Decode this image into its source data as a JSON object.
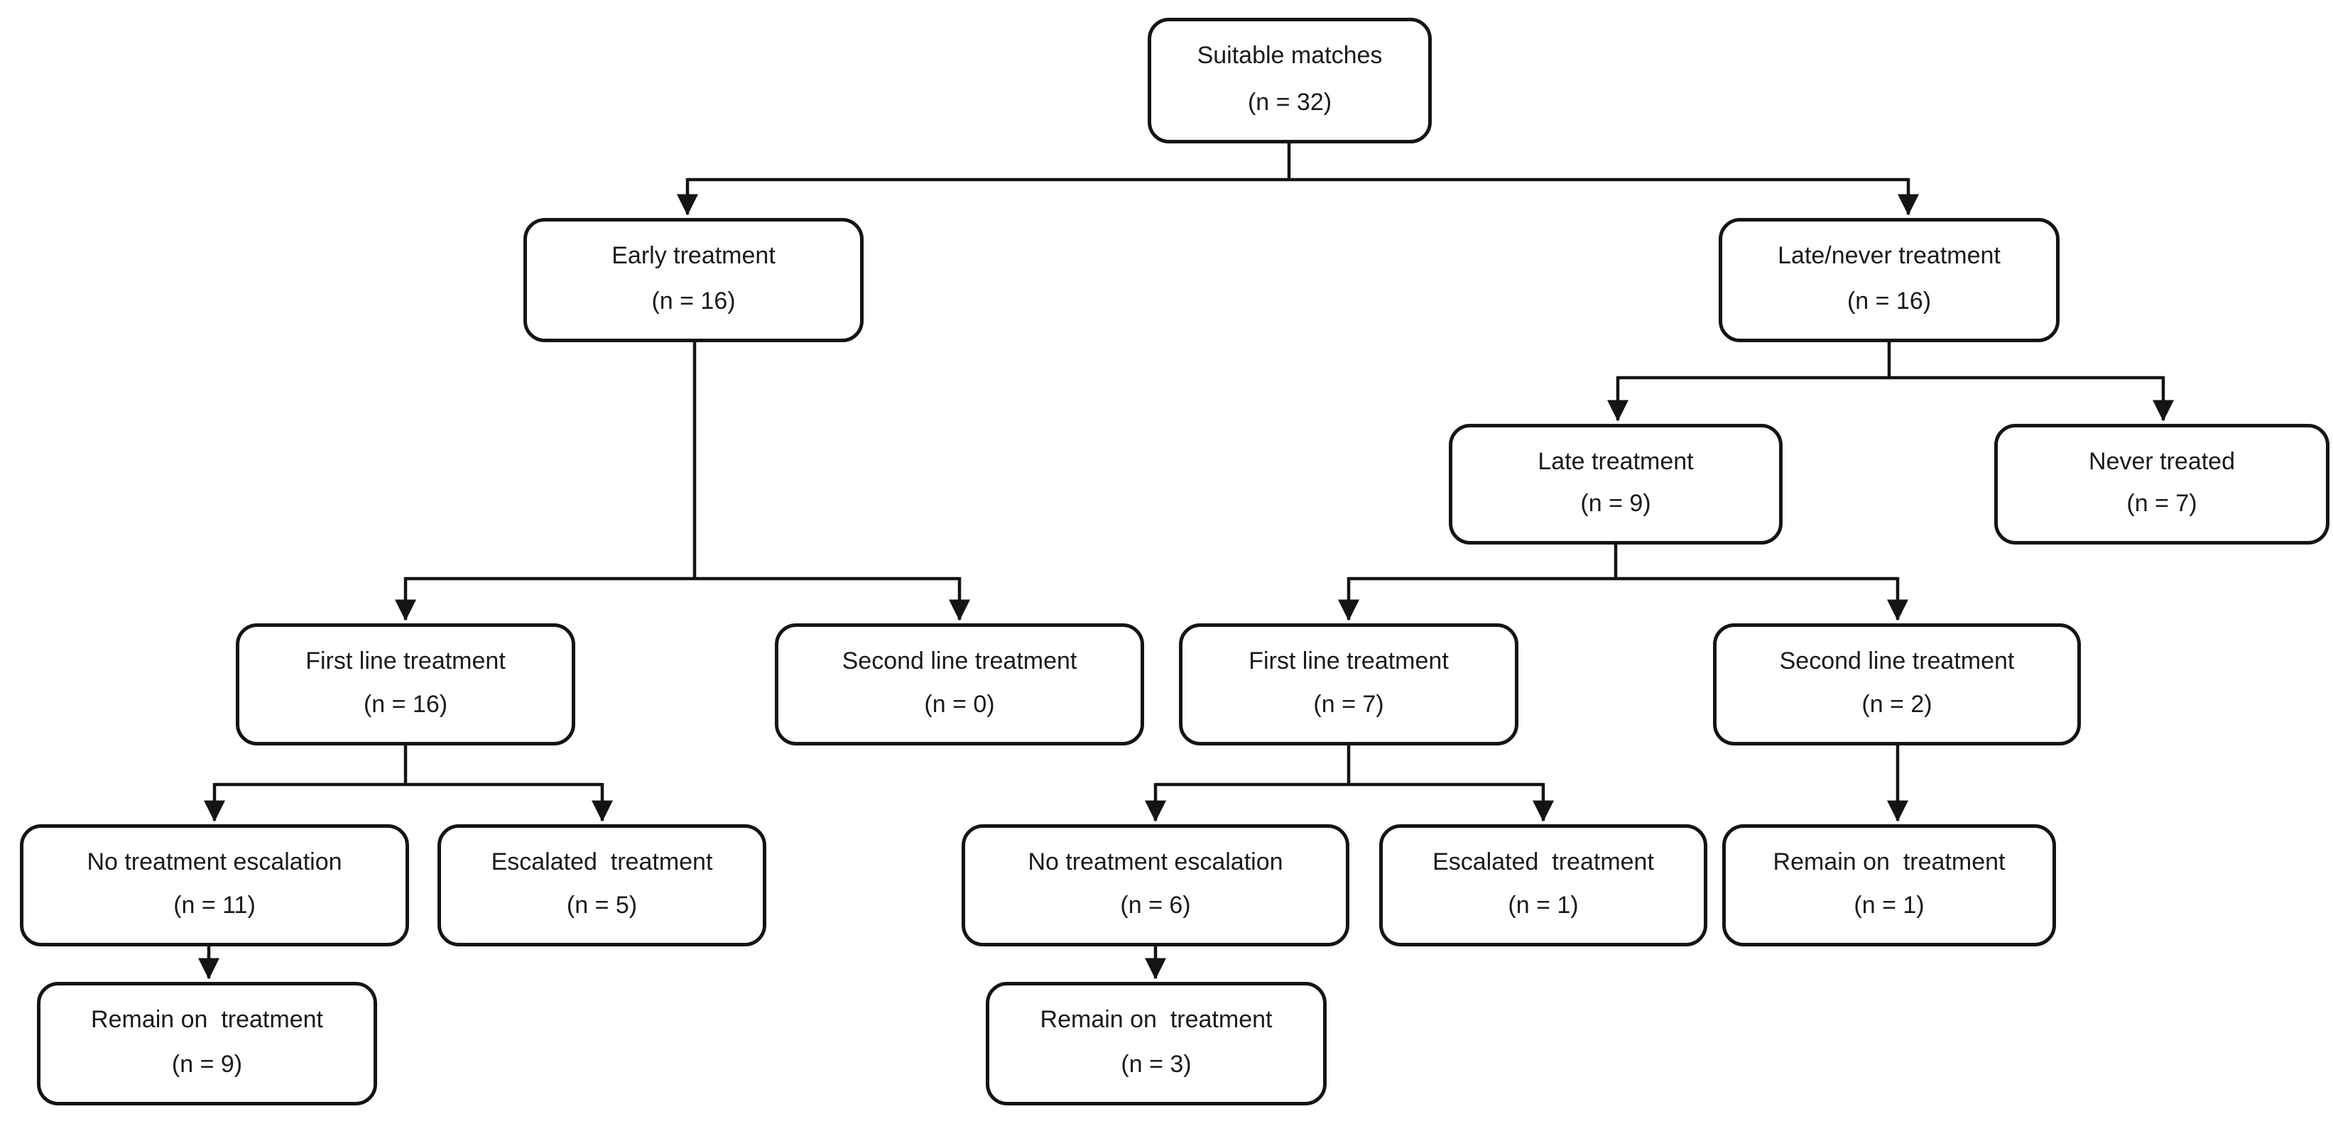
{
  "figure": {
    "type": "flowchart",
    "background_color": "#ffffff",
    "line_color": "#141414",
    "box_fill": "#ffffff",
    "text_color": "#1a1a1a"
  },
  "nodes": {
    "suitable": {
      "label": "Suitable matches",
      "n": "(n = 32)"
    },
    "early": {
      "label": "Early treatment",
      "n": "(n = 16)"
    },
    "late_never": {
      "label": "Late/never treatment",
      "n": "(n = 16)"
    },
    "late": {
      "label": "Late treatment",
      "n": "(n = 9)"
    },
    "never": {
      "label": "Never treated",
      "n": "(n = 7)"
    },
    "first_line_early": {
      "label": "First line treatment",
      "n": "(n = 16)"
    },
    "second_line_early": {
      "label": "Second line treatment",
      "n": "(n = 0)"
    },
    "first_line_late": {
      "label": "First line treatment",
      "n": "(n = 7)"
    },
    "second_line_late": {
      "label": "Second line treatment",
      "n": "(n = 2)"
    },
    "no_escalation_early": {
      "label": "No treatment escalation",
      "n": "(n = 11)"
    },
    "escalated_early": {
      "label": "Escalated  treatment",
      "n": "(n = 5)"
    },
    "no_escalation_late": {
      "label": "No treatment escalation",
      "n": "(n = 6)"
    },
    "escalated_late": {
      "label": "Escalated  treatment",
      "n": "(n = 1)"
    },
    "remain_second_line_late": {
      "label": "Remain on  treatment",
      "n": "(n = 1)"
    },
    "remain_early": {
      "label": "Remain on  treatment",
      "n": "(n = 9)"
    },
    "remain_late": {
      "label": "Remain on  treatment",
      "n": "(n = 3)"
    }
  },
  "edges": [
    {
      "from": "suitable",
      "to": "early"
    },
    {
      "from": "suitable",
      "to": "late_never"
    },
    {
      "from": "early",
      "to": "first_line_early"
    },
    {
      "from": "early",
      "to": "second_line_early"
    },
    {
      "from": "late_never",
      "to": "late"
    },
    {
      "from": "late_never",
      "to": "never"
    },
    {
      "from": "late",
      "to": "first_line_late"
    },
    {
      "from": "late",
      "to": "second_line_late"
    },
    {
      "from": "first_line_early",
      "to": "no_escalation_early"
    },
    {
      "from": "first_line_early",
      "to": "escalated_early"
    },
    {
      "from": "first_line_late",
      "to": "no_escalation_late"
    },
    {
      "from": "first_line_late",
      "to": "escalated_late"
    },
    {
      "from": "second_line_late",
      "to": "remain_second_line_late"
    },
    {
      "from": "no_escalation_early",
      "to": "remain_early"
    },
    {
      "from": "no_escalation_late",
      "to": "remain_late"
    }
  ]
}
